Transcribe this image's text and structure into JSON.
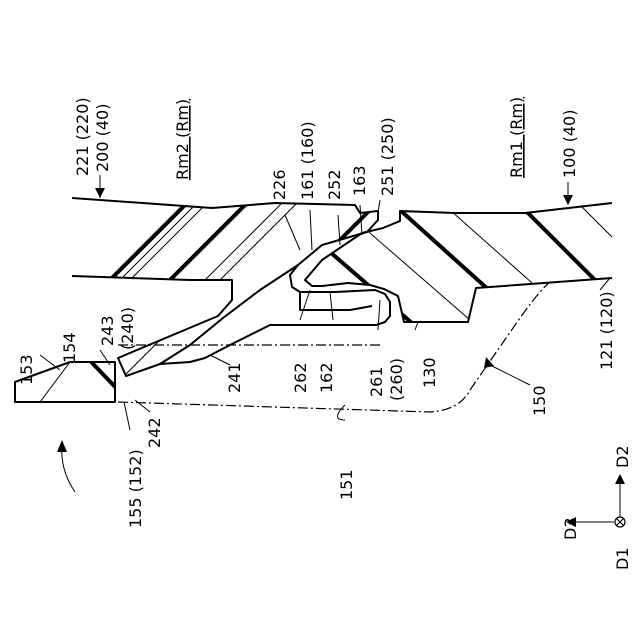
{
  "labels": {
    "l221": "221 (220)",
    "l200": "200 (40)",
    "lRm2": "Rm2 (Rm)",
    "l226": "226",
    "l161": "161 (160)",
    "l252": "252",
    "l163": "163",
    "l251": "251 (250)",
    "lRm1": "Rm1 (Rm)",
    "l100": "100 (40)",
    "l153": "153",
    "l154": "154",
    "l243": "243",
    "l240": "(240)",
    "l241": "241",
    "l262": "262",
    "l162": "162",
    "l261": "261",
    "l260": "(260)",
    "l130": "130",
    "l150": "150",
    "l121": "121 (120)",
    "l242": "242",
    "l155": "155 (152)",
    "l151": "151",
    "lD2": "D2",
    "lD3": "D3",
    "lD1": "D1"
  }
}
